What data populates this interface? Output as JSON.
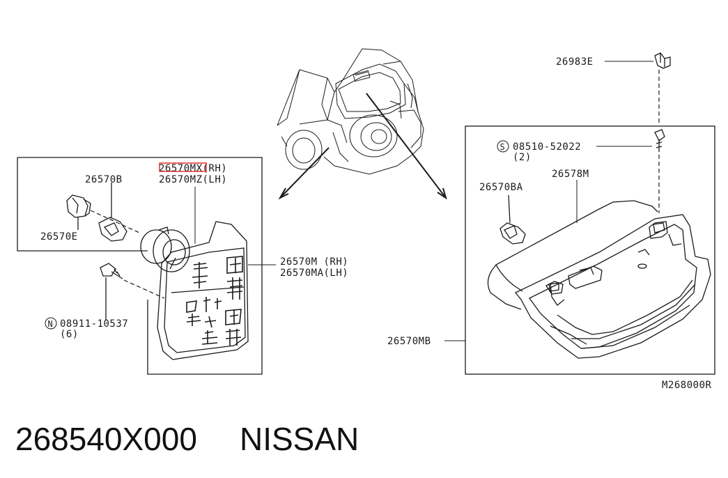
{
  "labels": {
    "p26570mx": "26570MX(RH)",
    "p26570mz": "26570MZ(LH)",
    "p26570b": "26570B",
    "p26570e": "26570E",
    "p26570m": "26570M (RH)",
    "p26570ma": "26570MA(LH)",
    "bolt_code": "08911-10537",
    "bolt_qty": "(6)",
    "bolt_symbol": "N",
    "p26983e": "26983E",
    "screw_code": "08510-52022",
    "screw_qty": "(2)",
    "screw_symbol": "S",
    "p26578m": "26578M",
    "p26570ba": "26570BA",
    "p26570mb": "26570MB",
    "diagram_code": "M268000R"
  },
  "footer": {
    "part_number": "268540X000",
    "brand": "NISSAN"
  },
  "highlight_color": "#e03030"
}
